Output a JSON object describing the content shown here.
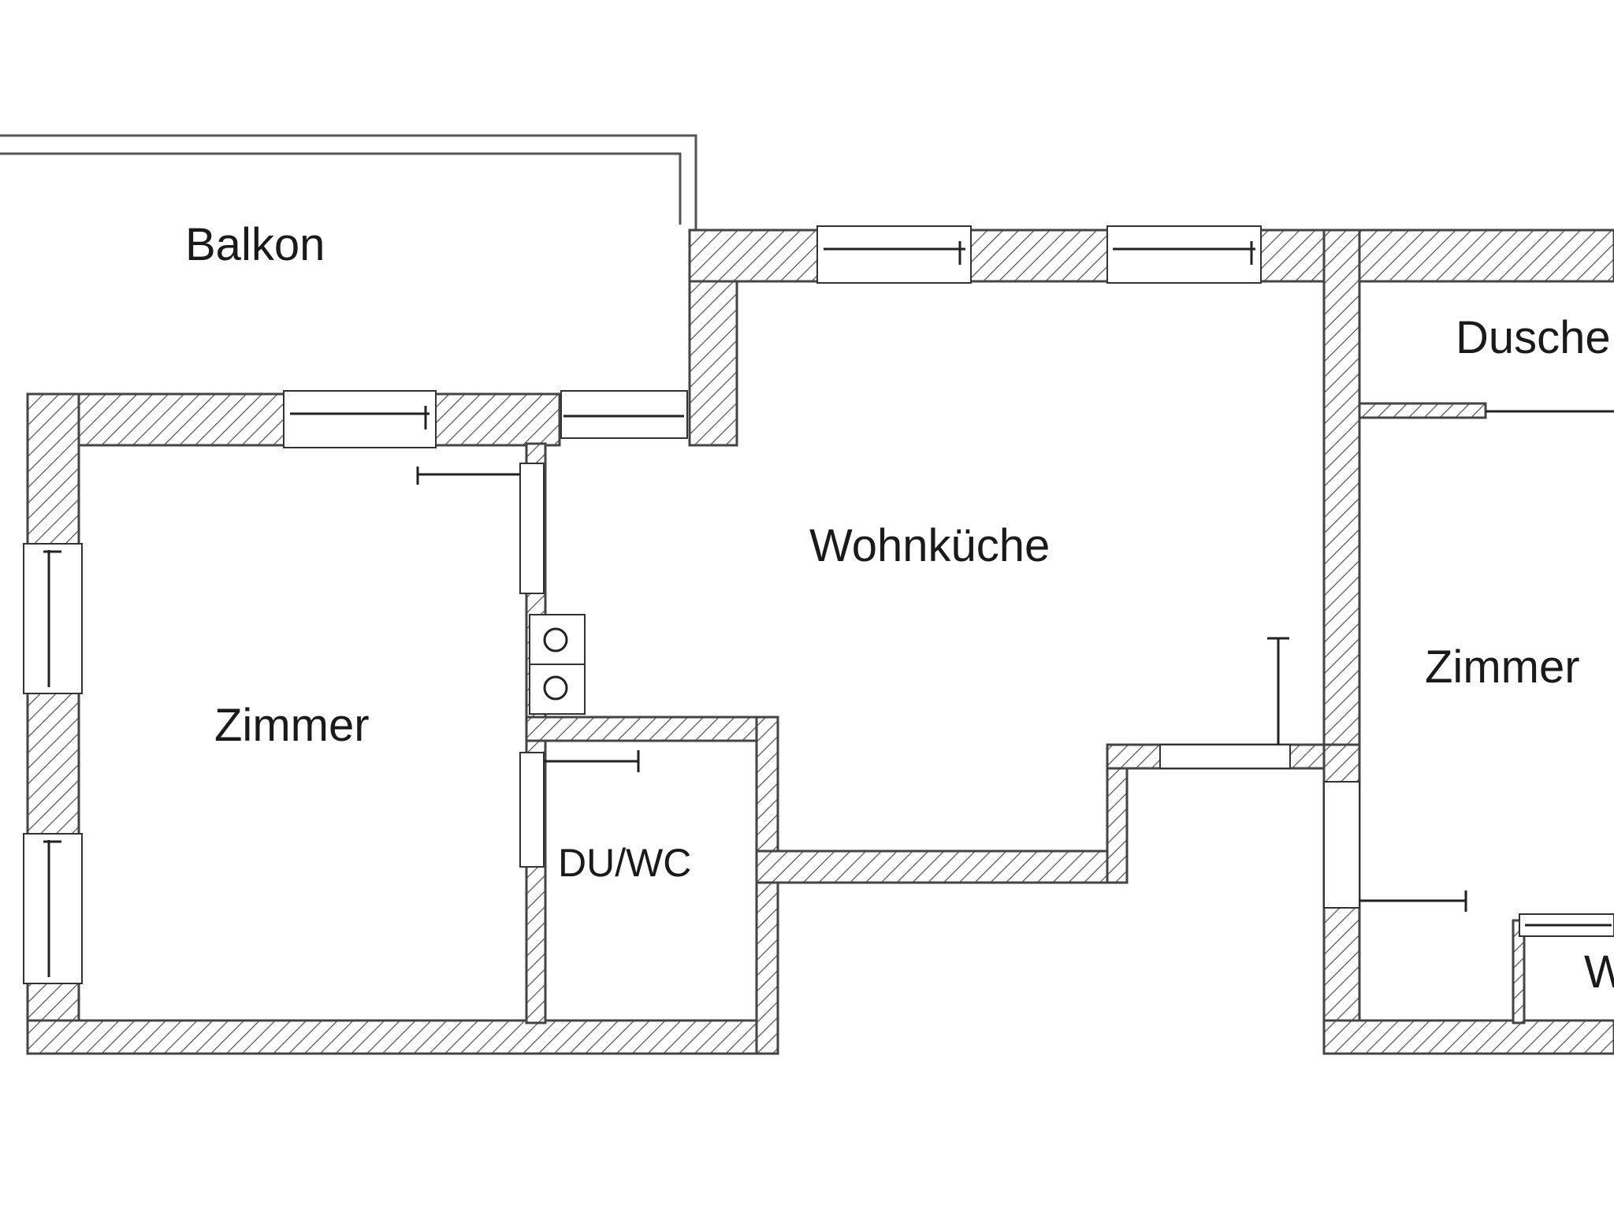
{
  "plan": {
    "rooms": [
      {
        "id": "balkon",
        "label": "Balkon"
      },
      {
        "id": "zimmer-left",
        "label": "Zimmer"
      },
      {
        "id": "wohnkueche",
        "label": "Wohnküche"
      },
      {
        "id": "du-wc",
        "label": "DU/WC"
      },
      {
        "id": "dusche",
        "label": "Dusche"
      },
      {
        "id": "zimmer-right",
        "label": "Zimmer"
      },
      {
        "id": "w-partial",
        "label": "W"
      }
    ]
  },
  "colors": {
    "wall_stroke": "#444444",
    "hatch": "#555555",
    "background": "#ffffff"
  }
}
